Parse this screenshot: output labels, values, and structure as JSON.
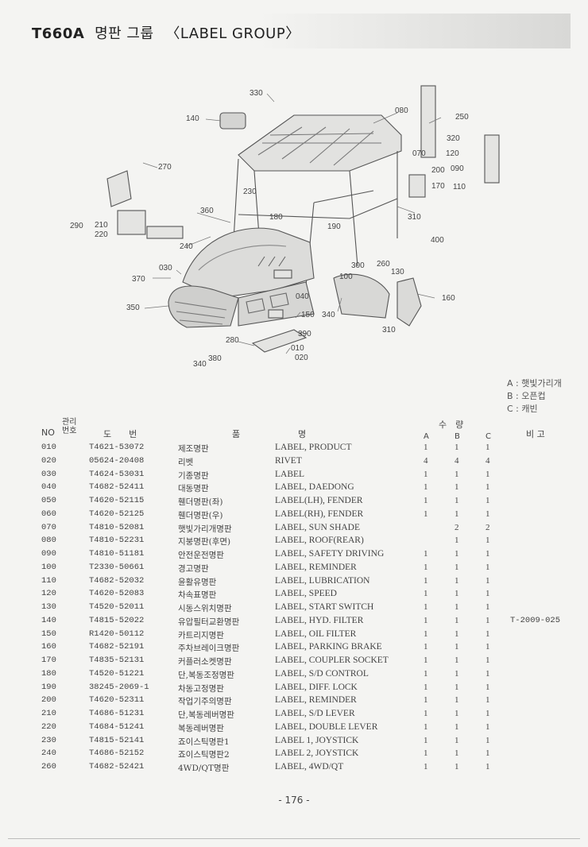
{
  "header": {
    "model": "T660A",
    "title_kor": "명판 그룹",
    "title_eng": "〈LABEL GROUP〉"
  },
  "diagram": {
    "callouts": [
      "330",
      "080",
      "140",
      "250",
      "320",
      "070",
      "120",
      "270",
      "200",
      "090",
      "170",
      "110",
      "230",
      "360",
      "180",
      "290",
      "210",
      "220",
      "190",
      "310",
      "400",
      "240",
      "030",
      "300",
      "260",
      "130",
      "370",
      "100",
      "040",
      "160",
      "350",
      "150",
      "340",
      "310",
      "390",
      "280",
      "010",
      "340",
      "380",
      "020"
    ]
  },
  "legend": {
    "a": "A : 햇빛가리개",
    "b": "B : 오픈컵",
    "c": "C : 캐빈"
  },
  "table": {
    "headers": {
      "no": "NO",
      "mgmt": "관리\n번호",
      "part_no": "도　　번",
      "name_kor": "품",
      "name_eng": "명",
      "qty": "수　량",
      "qa": "A",
      "qb": "B",
      "qc": "C",
      "remarks": "비 고"
    },
    "rows": [
      {
        "no": "010",
        "part": "T4621-53072",
        "kor": "제조명판",
        "eng": "LABEL, PRODUCT",
        "a": "1",
        "b": "1",
        "c": "1",
        "rem": ""
      },
      {
        "no": "020",
        "part": "05624-20408",
        "kor": "리벳",
        "eng": "RIVET",
        "a": "4",
        "b": "4",
        "c": "4",
        "rem": ""
      },
      {
        "no": "030",
        "part": "T4624-53031",
        "kor": "기종명판",
        "eng": "LABEL",
        "a": "1",
        "b": "1",
        "c": "1",
        "rem": ""
      },
      {
        "no": "040",
        "part": "T4682-52411",
        "kor": "대동명판",
        "eng": "LABEL, DAEDONG",
        "a": "1",
        "b": "1",
        "c": "1",
        "rem": ""
      },
      {
        "no": "050",
        "part": "T4620-52115",
        "kor": "휀더명판(좌)",
        "eng": "LABEL(LH), FENDER",
        "a": "1",
        "b": "1",
        "c": "1",
        "rem": ""
      },
      {
        "no": "060",
        "part": "T4620-52125",
        "kor": "휀더명판(우)",
        "eng": "LABEL(RH), FENDER",
        "a": "1",
        "b": "1",
        "c": "1",
        "rem": ""
      },
      {
        "no": "070",
        "part": "T4810-52081",
        "kor": "햇빛가리개명판",
        "eng": "LABEL, SUN SHADE",
        "a": "",
        "b": "2",
        "c": "2",
        "rem": ""
      },
      {
        "no": "080",
        "part": "T4810-52231",
        "kor": "지붕명판(후면)",
        "eng": "LABEL, ROOF(REAR)",
        "a": "",
        "b": "1",
        "c": "1",
        "rem": ""
      },
      {
        "no": "090",
        "part": "T4810-51181",
        "kor": "안전운전명판",
        "eng": "LABEL, SAFETY DRIVING",
        "a": "1",
        "b": "1",
        "c": "1",
        "rem": ""
      },
      {
        "no": "100",
        "part": "T2330-50661",
        "kor": "경고명판",
        "eng": "LABEL, REMINDER",
        "a": "1",
        "b": "1",
        "c": "1",
        "rem": ""
      },
      {
        "no": "110",
        "part": "T4682-52032",
        "kor": "윤활유명판",
        "eng": "LABEL, LUBRICATION",
        "a": "1",
        "b": "1",
        "c": "1",
        "rem": ""
      },
      {
        "no": "120",
        "part": "T4620-52083",
        "kor": "차속표명판",
        "eng": "LABEL, SPEED",
        "a": "1",
        "b": "1",
        "c": "1",
        "rem": ""
      },
      {
        "no": "130",
        "part": "T4520-52011",
        "kor": "시동스위치명판",
        "eng": "LABEL, START SWITCH",
        "a": "1",
        "b": "1",
        "c": "1",
        "rem": ""
      },
      {
        "no": "140",
        "part": "T4815-52022",
        "kor": "유압필터교환명판",
        "eng": "LABEL, HYD. FILTER",
        "a": "1",
        "b": "1",
        "c": "1",
        "rem": "T-2009-025"
      },
      {
        "no": "150",
        "part": "R1420-50112",
        "kor": "카트리지명판",
        "eng": "LABEL, OIL FILTER",
        "a": "1",
        "b": "1",
        "c": "1",
        "rem": ""
      },
      {
        "no": "160",
        "part": "T4682-52191",
        "kor": "주차브레이크명판",
        "eng": "LABEL, PARKING BRAKE",
        "a": "1",
        "b": "1",
        "c": "1",
        "rem": ""
      },
      {
        "no": "170",
        "part": "T4835-52131",
        "kor": "커플러소켓명판",
        "eng": "LABEL, COUPLER SOCKET",
        "a": "1",
        "b": "1",
        "c": "1",
        "rem": ""
      },
      {
        "no": "180",
        "part": "T4520-51221",
        "kor": "단,복동조정명판",
        "eng": "LABEL, S/D CONTROL",
        "a": "1",
        "b": "1",
        "c": "1",
        "rem": ""
      },
      {
        "no": "190",
        "part": "38245-2069-1",
        "kor": "차동고정명판",
        "eng": "LABEL, DIFF. LOCK",
        "a": "1",
        "b": "1",
        "c": "1",
        "rem": ""
      },
      {
        "no": "200",
        "part": "T4620-52311",
        "kor": "작업기주의명판",
        "eng": "LABEL, REMINDER",
        "a": "1",
        "b": "1",
        "c": "1",
        "rem": ""
      },
      {
        "no": "210",
        "part": "T4686-51231",
        "kor": "단,복동레버명판",
        "eng": "LABEL, S/D LEVER",
        "a": "1",
        "b": "1",
        "c": "1",
        "rem": ""
      },
      {
        "no": "220",
        "part": "T4684-51241",
        "kor": "복동레버명판",
        "eng": "LABEL, DOUBLE LEVER",
        "a": "1",
        "b": "1",
        "c": "1",
        "rem": ""
      },
      {
        "no": "230",
        "part": "T4815-52141",
        "kor": "죠이스틱명판1",
        "eng": "LABEL 1, JOYSTICK",
        "a": "1",
        "b": "1",
        "c": "1",
        "rem": ""
      },
      {
        "no": "240",
        "part": "T4686-52152",
        "kor": "죠이스틱명판2",
        "eng": "LABEL 2, JOYSTICK",
        "a": "1",
        "b": "1",
        "c": "1",
        "rem": ""
      },
      {
        "no": "260",
        "part": "T4682-52421",
        "kor": "4WD/QT명판",
        "eng": "LABEL, 4WD/QT",
        "a": "1",
        "b": "1",
        "c": "1",
        "rem": ""
      }
    ]
  },
  "page_number": "- 176 -"
}
